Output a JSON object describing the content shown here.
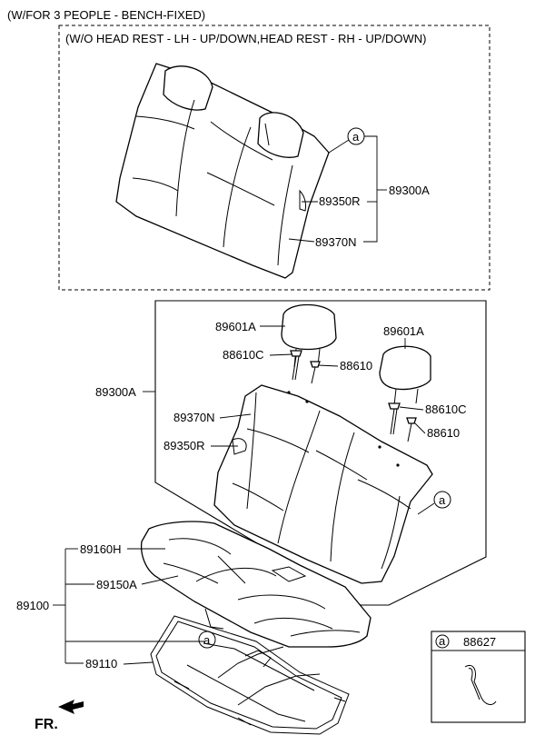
{
  "header": {
    "line1": "(W/FOR 3 PEOPLE - BENCH-FIXED)",
    "line2": "(W/O HEAD REST - LH - UP/DOWN,HEAD REST - RH - UP/DOWN)"
  },
  "upper_group": {
    "callout": "a",
    "assembly": "89300A",
    "cover": "89350R",
    "pad": "89370N"
  },
  "lower_group": {
    "assembly": "89300A",
    "headrest_center": "89601A",
    "headrest_right": "89601A",
    "guide_center": "88610C",
    "guide_center_2": "88610",
    "guide_right": "88610C",
    "guide_right_2": "88610",
    "pad": "89370N",
    "cover": "89350R",
    "callout": "a"
  },
  "cushion_group": {
    "assembly": "89100",
    "cover": "89160H",
    "pad": "89150A",
    "frame": "89110",
    "callout": "a"
  },
  "legend": {
    "callout": "a",
    "part": "88627"
  },
  "direction": {
    "label": "FR."
  }
}
